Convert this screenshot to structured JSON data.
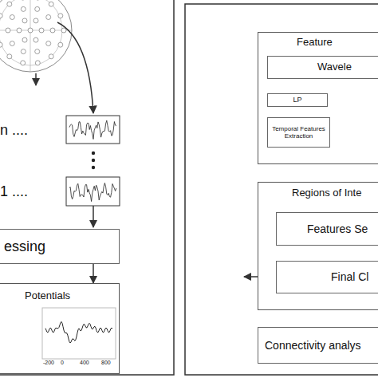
{
  "diagram": {
    "nodes": [
      {
        "text": [
          "essing"
        ]
      },
      {
        "text": [
          "Potentials"
        ]
      },
      {
        "text": [
          "Feature"
        ]
      },
      {
        "text": [
          "Wavele"
        ],
        "in": 2
      },
      {
        "text": [
          "LP"
        ],
        "in": 2
      },
      {
        "text": [
          "Temporal Features Extraction"
        ],
        "in": 2
      },
      {
        "text": [
          "Regions of Inte"
        ]
      },
      {
        "text": [
          "Features Se"
        ],
        "in": 6
      },
      {
        "text": [
          "Final Cl"
        ],
        "in": 6
      },
      {
        "text": [
          "Connectivity analys"
        ]
      }
    ],
    "edges": [
      {
        "from": 0,
        "to": 1,
        "arrow": "to"
      },
      {
        "from": 3,
        "to": 4,
        "arrow": "to"
      },
      {
        "from": 4,
        "to": 5,
        "arrow": "to"
      }
    ],
    "labels": [
      "n ....",
      "1 ....",
      "-200",
      "0",
      "400",
      "800"
    ]
  }
}
